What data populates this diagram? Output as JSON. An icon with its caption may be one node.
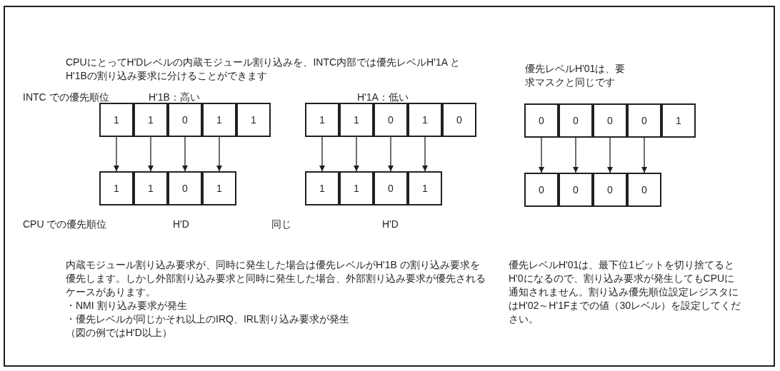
{
  "diagram": {
    "nodes": [
      {
        "text": [
          "1"
        ]
      },
      {
        "text": [
          "1"
        ]
      },
      {
        "text": [
          "0"
        ]
      },
      {
        "text": [
          "1"
        ]
      },
      {
        "text": [
          "1"
        ]
      },
      {
        "text": [
          "1"
        ]
      },
      {
        "text": [
          "1"
        ]
      },
      {
        "text": [
          "0"
        ]
      },
      {
        "text": [
          "1"
        ]
      },
      {
        "text": [
          "0"
        ]
      },
      {
        "text": [
          "0"
        ]
      },
      {
        "text": [
          "0"
        ]
      },
      {
        "text": [
          "0"
        ]
      },
      {
        "text": [
          "0"
        ]
      },
      {
        "text": [
          "1"
        ]
      },
      {
        "text": [
          "1"
        ]
      },
      {
        "text": [
          "1"
        ]
      },
      {
        "text": [
          "0"
        ]
      },
      {
        "text": [
          "1"
        ]
      },
      {
        "text": [
          "1"
        ]
      },
      {
        "text": [
          "1"
        ]
      },
      {
        "text": [
          "0"
        ]
      },
      {
        "text": [
          "1"
        ]
      },
      {
        "text": [
          "0"
        ]
      },
      {
        "text": [
          "0"
        ]
      },
      {
        "text": [
          "0"
        ]
      },
      {
        "text": [
          "0"
        ]
      }
    ],
    "edges": [
      {
        "from": 0,
        "to": 15,
        "arrow": "to"
      },
      {
        "from": 1,
        "to": 16,
        "arrow": "to"
      },
      {
        "from": 2,
        "to": 17,
        "arrow": "to"
      },
      {
        "from": 3,
        "to": 18,
        "arrow": "to"
      },
      {
        "from": 5,
        "to": 19,
        "arrow": "to"
      },
      {
        "from": 6,
        "to": 20,
        "arrow": "to"
      },
      {
        "from": 7,
        "to": 21,
        "arrow": "to"
      },
      {
        "from": 8,
        "to": 22,
        "arrow": "to"
      },
      {
        "from": 10,
        "to": 23,
        "arrow": "to"
      },
      {
        "from": 11,
        "to": 24,
        "arrow": "to"
      },
      {
        "from": 12,
        "to": 25,
        "arrow": "to"
      },
      {
        "from": 13,
        "to": 26,
        "arrow": "to"
      }
    ],
    "labels": [
      "CPUにとってH'Dレベルの内蔵モジュール割り込みを、INTC内部では優先レベルH'1A とH'1Bの割り込み要求に分けることができます",
      "優先レベルH'01は、要求マスクと同じです",
      "INTC での優先順位",
      "H'1B：高い",
      "H'1A：低い",
      "CPU での優先順位",
      "H'D",
      "同じ",
      "H'D",
      "内蔵モジュール割り込み要求が、同時に発生した場合は優先レベルがH'1B の割り込み要求を優先します。しかし外部割り込み要求と同時に発生した場合、外部割り込み要求が優先されるケースがあります。",
      "・NMI 割り込み要求が発生",
      "・優先レベルが同じかそれ以上のIRQ、IRL割り込み要求が発生",
      "（図の例ではH'D以上）",
      "優先レベルH'01は、最下位1ビットを切り捨てるとH'0になるので、割り込み要求が発生してもCPUに通知されません。割り込み優先順位設定レジスタにはH'02～H'1Fまでの値（30レベル）を設定してください。"
    ]
  }
}
